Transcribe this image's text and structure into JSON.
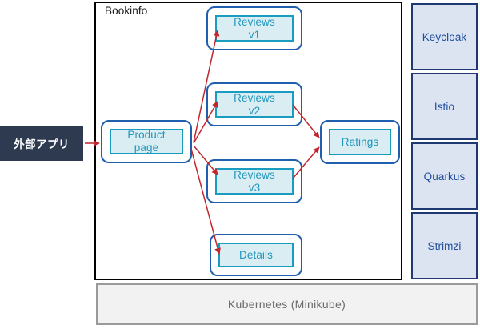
{
  "diagram": {
    "title_visible": false,
    "colors": {
      "node_outer_border": "#1f5fae",
      "node_inner_border": "#1a9cc0",
      "node_fill": "#d9edf2",
      "node_text": "#2196bd",
      "container_border": "#000000",
      "external_app_bg": "#2e3a50",
      "external_app_text": "#ffffff",
      "sidebar_border": "#1f3a73",
      "sidebar_fill": "#dce4f2",
      "sidebar_text": "#1f4e9c",
      "platform_fill": "#f2f2f2",
      "platform_border": "#9a9a9a",
      "platform_text": "#6b6b6b",
      "arrow": "#c0272d"
    }
  },
  "external_app": {
    "label": "外部アプリ"
  },
  "container": {
    "label": "Bookinfo"
  },
  "nodes": {
    "product_page": {
      "label": "Product\npage"
    },
    "reviews_v1": {
      "label": "Reviews\nv1"
    },
    "reviews_v2": {
      "label": "Reviews\nv2"
    },
    "reviews_v3": {
      "label": "Reviews\nv3"
    },
    "details": {
      "label": "Details"
    },
    "ratings": {
      "label": "Ratings"
    }
  },
  "sidebar": {
    "items": [
      {
        "label": "Keycloak"
      },
      {
        "label": "Istio"
      },
      {
        "label": "Quarkus"
      },
      {
        "label": "Strimzi"
      }
    ]
  },
  "platform": {
    "label": "Kubernetes (Minikube)"
  },
  "edges": [
    {
      "from": "external_app",
      "to": "product_page"
    },
    {
      "from": "product_page",
      "to": "reviews_v1"
    },
    {
      "from": "product_page",
      "to": "reviews_v2"
    },
    {
      "from": "product_page",
      "to": "reviews_v3"
    },
    {
      "from": "product_page",
      "to": "details"
    },
    {
      "from": "reviews_v2",
      "to": "ratings"
    },
    {
      "from": "reviews_v3",
      "to": "ratings"
    }
  ]
}
